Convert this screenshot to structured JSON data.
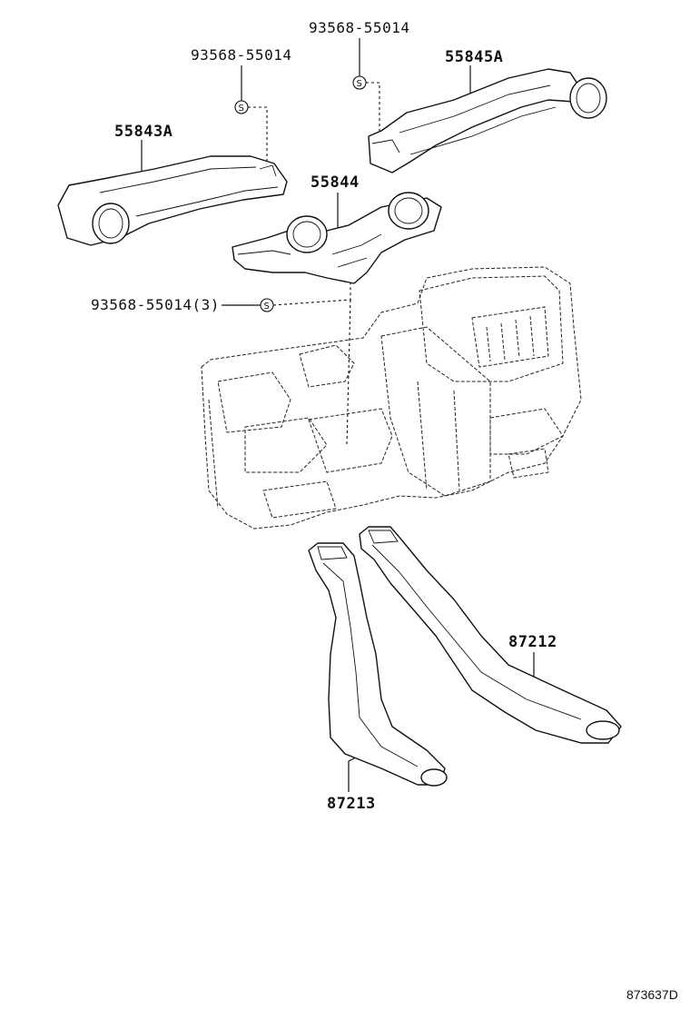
{
  "labels": {
    "clip_top": "93568-55014",
    "clip_left": "93568-55014",
    "clip_mid": "93568-55014(3)",
    "duct_right": "55845A",
    "duct_left": "55843A",
    "duct_center": "55844",
    "duct_rear_right": "87212",
    "duct_rear_left": "87213"
  },
  "symbols": {
    "clip_symbol": "S"
  },
  "diagram_ref": "873637D"
}
